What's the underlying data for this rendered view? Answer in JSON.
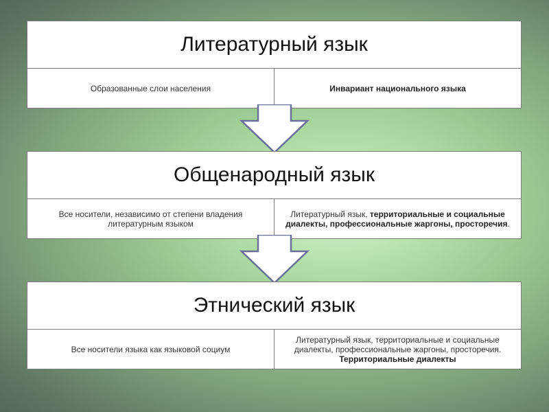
{
  "blocks": [
    {
      "title": "Литературный язык",
      "left": [
        {
          "text": "Образованные слои населения"
        }
      ],
      "right": [
        {
          "text": "Инвариант национального языка",
          "bold": true
        }
      ]
    },
    {
      "title": "Общенародный язык",
      "left": [
        {
          "text": "Все носители, независимо от степени владения литературным языком"
        }
      ],
      "right": [
        {
          "text": "Литературный язык, "
        },
        {
          "text": "территориальные и социальные диалекты, профессиональные жаргоны, просторечия",
          "bold": true
        },
        {
          "text": "."
        }
      ]
    },
    {
      "title": "Этнический язык",
      "left": [
        {
          "text": "Все носители языка как языковой социум"
        }
      ],
      "right": [
        {
          "text": "Литературный язык, территориальные и социальные диалекты, профессиональные жаргоны, просторечия. "
        },
        {
          "text": "Территориальные диалекты",
          "bold": true
        }
      ]
    }
  ],
  "colors": {
    "arrow_fill": "#ffffff",
    "arrow_stroke": "#6a6f9a"
  }
}
